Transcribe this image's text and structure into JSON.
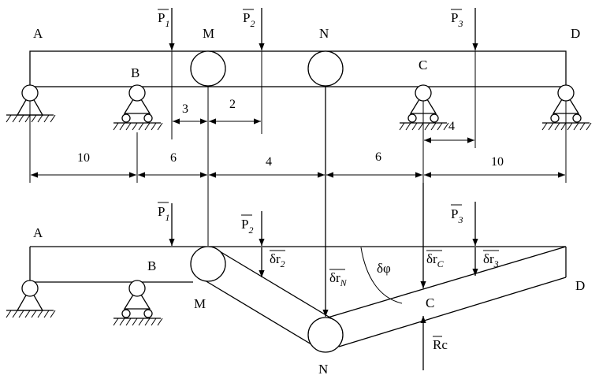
{
  "top": {
    "labels": {
      "a": "A",
      "b": "B",
      "m": "M",
      "n": "N",
      "c": "C",
      "d": "D"
    },
    "loads": {
      "p1": {
        "main": "P",
        "sub": "1"
      },
      "p2": {
        "main": "P",
        "sub": "2"
      },
      "p3": {
        "main": "P",
        "sub": "3"
      }
    },
    "offsets": {
      "p1_to_m": "3",
      "m_to_p2": "2",
      "c_to_p3": "4"
    }
  },
  "spans": {
    "ab": "10",
    "bm": "6",
    "mn": "4",
    "nc": "6",
    "cd": "10"
  },
  "bottom": {
    "labels": {
      "a": "A",
      "b": "B",
      "m": "M",
      "n": "N",
      "c": "C",
      "d": "D"
    },
    "loads": {
      "p1": {
        "main": "P",
        "sub": "1"
      },
      "p2": {
        "main": "P",
        "sub": "2"
      },
      "p3": {
        "main": "P",
        "sub": "3"
      }
    },
    "virtual": {
      "dr2": {
        "main": "δr",
        "sub": "2"
      },
      "drn": {
        "main": "δr",
        "sub": "N"
      },
      "drc": {
        "main": "δr",
        "sub": "C"
      },
      "dr3": {
        "main": "δr",
        "sub": "3"
      },
      "dphi": "δφ"
    },
    "reaction": "Rc"
  }
}
